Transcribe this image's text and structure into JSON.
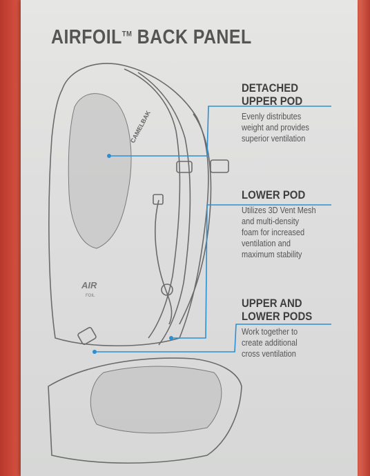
{
  "panel": {
    "title": "AIRFOIL",
    "title_mark": "TM",
    "title_rest": "BACK PANEL"
  },
  "callouts": [
    {
      "head_lines": [
        "DETACHED",
        "UPPER POD"
      ],
      "body_lines": [
        "Evenly distributes",
        "weight and provides",
        "superior ventilation"
      ]
    },
    {
      "head_lines": [
        "LOWER POD"
      ],
      "body_lines": [
        "Utilizes 3D Vent Mesh",
        "and multi-density",
        "foam for increased",
        "ventilation and",
        "maximum stability"
      ]
    },
    {
      "head_lines": [
        "UPPER AND",
        "LOWER PODS"
      ],
      "body_lines": [
        "Work together to",
        "create additional",
        "cross ventilation"
      ]
    }
  ],
  "drawing": {
    "strap_logo": "CAMELBAK",
    "panel_logo": "AIR",
    "panel_logo_sub": "FOIL"
  },
  "colors": {
    "leader_line": "#2b8fd4",
    "card": "#e2e2e0",
    "background": "#c94a3a"
  }
}
